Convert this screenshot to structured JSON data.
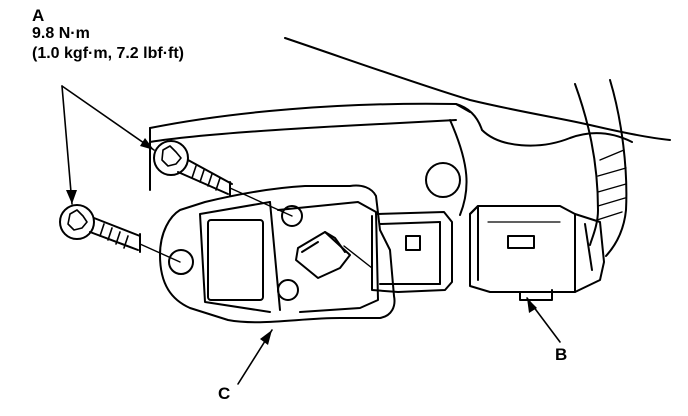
{
  "labels": {
    "a": "A",
    "b": "B",
    "c": "C"
  },
  "torque_spec": {
    "metric": "9.8 N·m",
    "alternate": "(1.0 kgf·m, 7.2 lbf·ft)"
  },
  "colors": {
    "ink": "#000000",
    "paper": "#ffffff"
  },
  "icons": {
    "bolt": "torx-bolt-icon"
  }
}
